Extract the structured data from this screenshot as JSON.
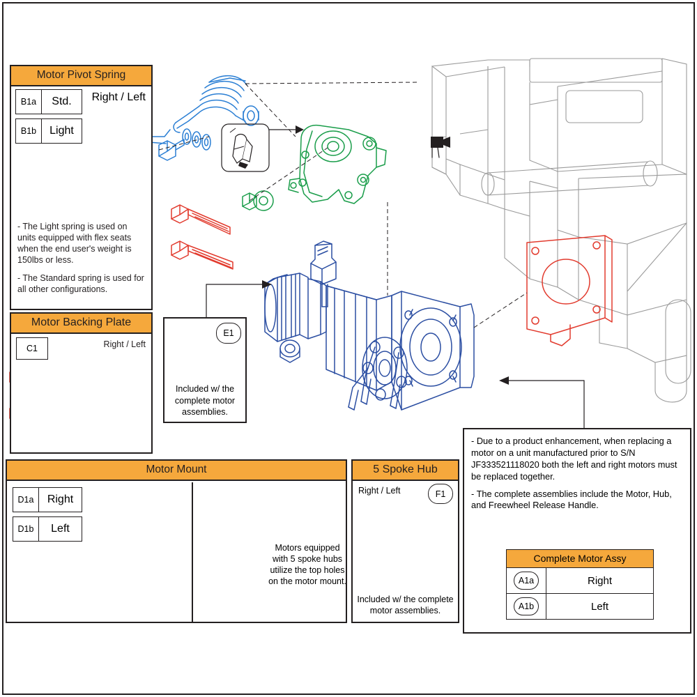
{
  "diagram": {
    "title": "Motor assembly exploded parts diagram",
    "colors": {
      "header_orange": "#f5a83c",
      "outline_black": "#231f20",
      "spring_blue": "#2b7fd4",
      "mount_green": "#1a9d4a",
      "plate_red": "#e23b2e",
      "motor_blue": "#2b4ea2"
    }
  },
  "panels": {
    "pivot_spring": {
      "title": "Motor Pivot Spring",
      "right_left": "Right / Left",
      "items": [
        {
          "id": "B1a",
          "label": "Std."
        },
        {
          "id": "B1b",
          "label": "Light"
        }
      ],
      "notes": [
        "- The Light spring is used on units equipped with flex seats when the end user's weight is 150lbs or less.",
        "- The Standard spring is used for all other configurations."
      ]
    },
    "backing_plate": {
      "title": "Motor Backing Plate",
      "right_left": "Right / Left",
      "id": "C1"
    },
    "freewheel_handle": {
      "id": "E1",
      "note": "Included w/ the complete motor assemblies."
    },
    "motor_mount": {
      "title": "Motor Mount",
      "items": [
        {
          "id": "D1a",
          "label": "Right"
        },
        {
          "id": "D1b",
          "label": "Left"
        }
      ],
      "note": "Motors equipped with 5 spoke hubs utilize the top holes on the motor mount."
    },
    "spoke_hub": {
      "title": "5 Spoke Hub",
      "right_left": "Right / Left",
      "id": "F1",
      "note": "Included w/ the complete motor assemblies."
    },
    "right_note": {
      "paragraphs": [
        "- Due to a product enhancement, when replacing a motor on a unit manufactured prior to S/N JF333521118020 both the left and right motors must be replaced together.",
        "- The complete assemblies include the Motor, Hub, and Freewheel Release Handle."
      ],
      "table": {
        "title": "Complete Motor Assy",
        "rows": [
          {
            "id": "A1a",
            "value": "Right"
          },
          {
            "id": "A1b",
            "value": "Left"
          }
        ]
      }
    }
  }
}
